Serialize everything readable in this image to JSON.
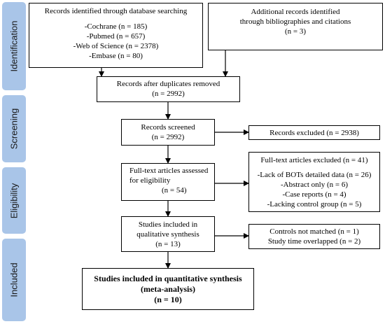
{
  "stages": [
    {
      "id": "identification",
      "label": "Identification"
    },
    {
      "id": "screening",
      "label": "Screening"
    },
    {
      "id": "eligibility",
      "label": "Eligibility"
    },
    {
      "id": "included",
      "label": "Included"
    }
  ],
  "boxes": {
    "database": {
      "title": "Records identified through database searching",
      "items": [
        "-Cochrane (n = 185)",
        "-Pubmed (n = 657)",
        "-Web of Science (n = 2378)",
        "-Embase (n = 80)"
      ]
    },
    "additional": {
      "lines": [
        "Additional records identified",
        "through bibliographies and citations",
        "(n = 3)"
      ]
    },
    "duplicates": {
      "lines": [
        "Records after duplicates removed",
        "(n = 2992)"
      ]
    },
    "screened": {
      "lines": [
        "Records screened",
        "(n = 2992)"
      ]
    },
    "excluded_records": {
      "lines": [
        "Records excluded (n = 2938)"
      ]
    },
    "fulltext_assessed": {
      "lines": [
        "Full-text articles assessed",
        "for eligibility",
        "(n = 54)"
      ]
    },
    "fulltext_excluded": {
      "title": "Full-text articles excluded (n = 41)",
      "items": [
        "-Lack of BOTs detailed data (n = 26)",
        "-Abstract only (n = 6)",
        "-Case reports (n = 4)",
        "-Lacking control group (n = 5)"
      ]
    },
    "qualitative": {
      "lines": [
        "Studies included in",
        "qualitative synthesis",
        "(n = 13)"
      ]
    },
    "qualitative_excluded": {
      "lines": [
        "Controls not matched (n = 1)",
        "Study time overlapped (n = 2)"
      ]
    },
    "quantitative": {
      "lines": [
        "Studies included in quantitative synthesis",
        "(meta-analysis)",
        "(n = 10)"
      ]
    }
  }
}
